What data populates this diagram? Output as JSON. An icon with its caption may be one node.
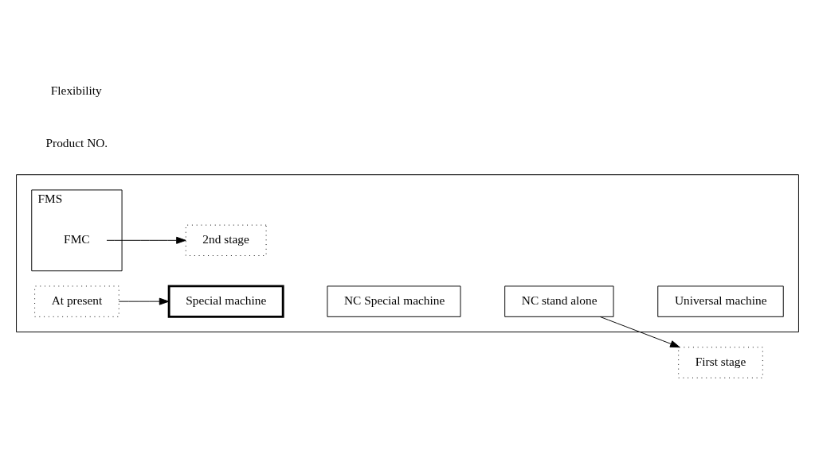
{
  "diagram": {
    "nodes": [
      {
        "text": [],
        "shape": "box"
      },
      {
        "text": [
          "Special machine"
        ],
        "in": 0
      },
      {
        "text": [
          "NC Special machine"
        ],
        "in": 0
      },
      {
        "text": [
          "FMS"
        ],
        "in": 0
      },
      {
        "text": [
          "FMC"
        ],
        "in": 3
      },
      {
        "text": [
          "At present"
        ],
        "in": 0
      },
      {
        "text": [
          "2nd stage"
        ],
        "in": 0
      },
      {
        "text": [
          "First stage"
        ]
      },
      {
        "text": [
          "NC stand alone"
        ],
        "in": 0
      },
      {
        "text": [
          "Universal machine"
        ],
        "in": 0
      }
    ],
    "edges": [
      {
        "from": 5,
        "to": 1,
        "arrow": "to"
      },
      {
        "from": 4,
        "to": 6,
        "arrow": "to"
      },
      {
        "from": 8,
        "to": 7,
        "arrow": "to"
      }
    ],
    "labels": [
      "Product NO.",
      "Flexibility"
    ]
  }
}
